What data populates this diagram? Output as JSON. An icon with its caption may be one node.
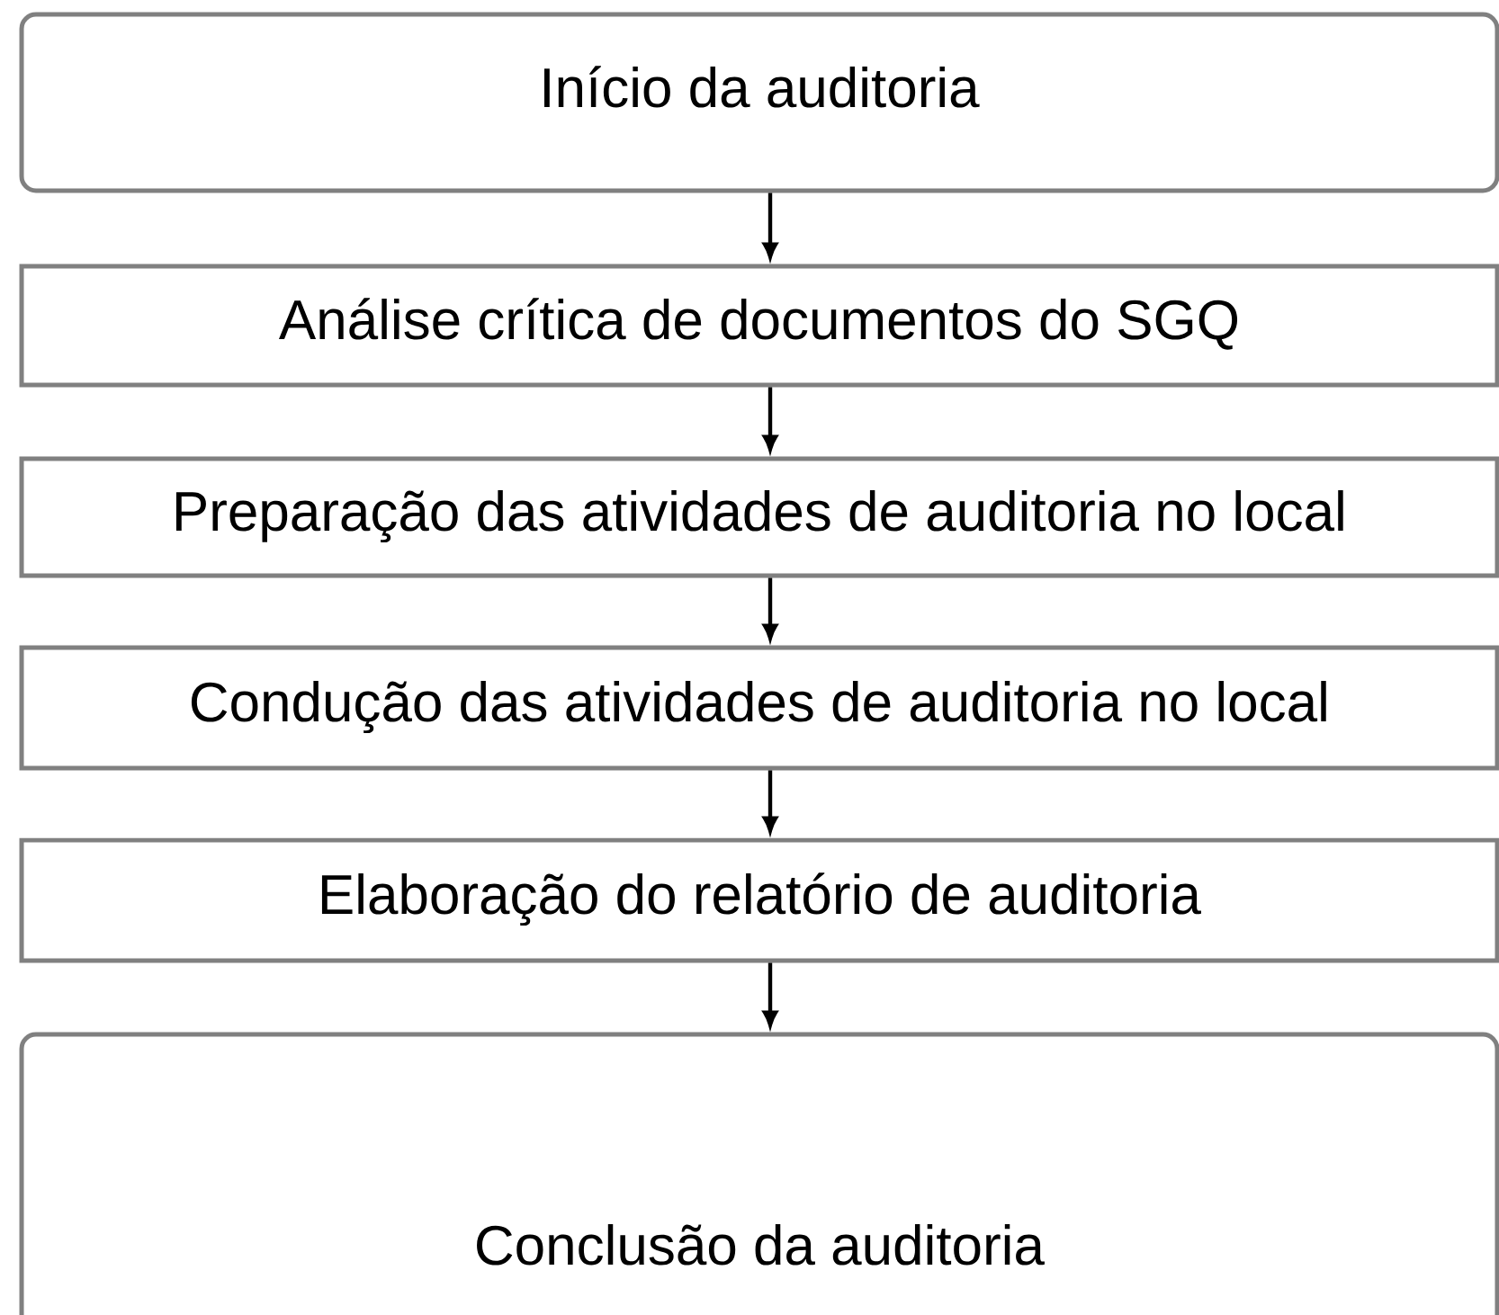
{
  "diagram": {
    "nodes": [
      {
        "text": [
          "Início da auditoria"
        ]
      },
      {
        "text": [
          "Análise crítica de documentos do SGQ"
        ]
      },
      {
        "text": [
          "Preparação das atividades de auditoria no local"
        ]
      },
      {
        "text": [
          "Condução das atividades de auditoria no local"
        ]
      },
      {
        "text": [
          "Elaboração do relatório de auditoria"
        ]
      },
      {
        "text": [
          "Conclusão da auditoria"
        ]
      }
    ],
    "edges": [
      {
        "from": 0,
        "to": 1,
        "arrow": "to"
      },
      {
        "from": 1,
        "to": 2,
        "arrow": "to"
      },
      {
        "from": 2,
        "to": 3,
        "arrow": "to"
      },
      {
        "from": 3,
        "to": 4,
        "arrow": "to"
      },
      {
        "from": 4,
        "to": 5,
        "arrow": "to"
      }
    ]
  }
}
